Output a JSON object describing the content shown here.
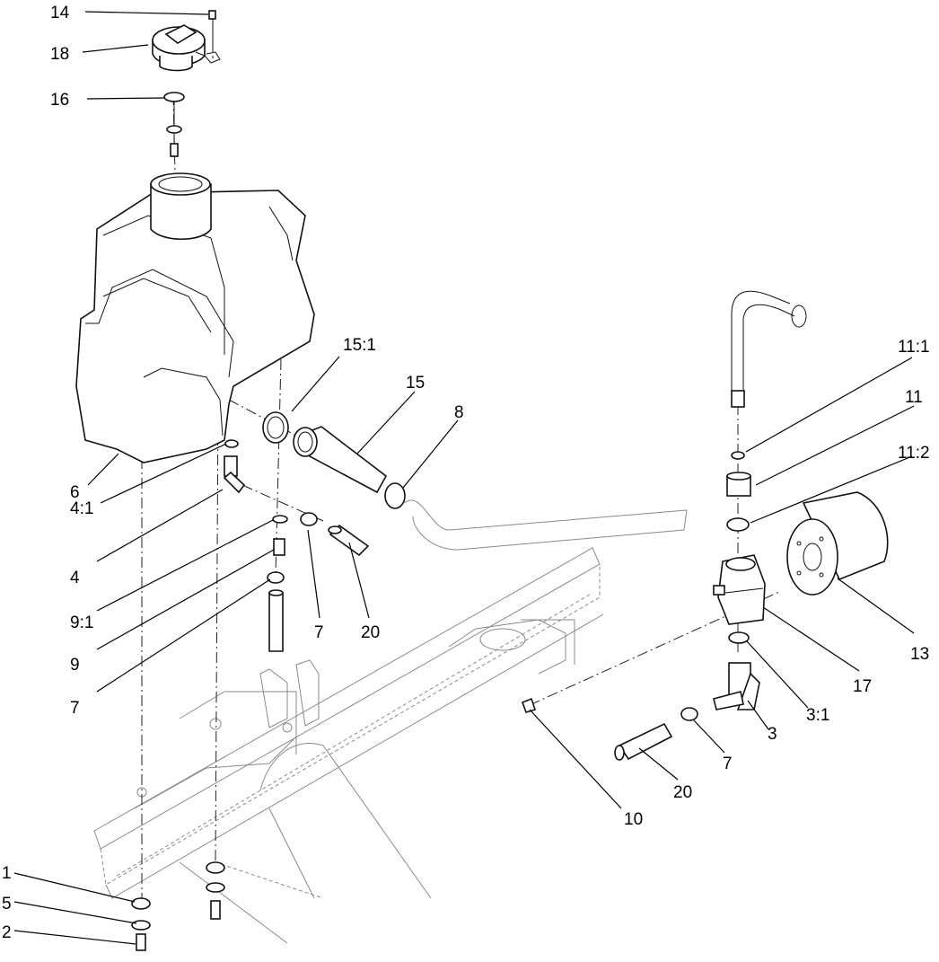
{
  "callouts": {
    "c14": "14",
    "c18": "18",
    "c16": "16",
    "c6": "6",
    "c4_1": "4:1",
    "c4": "4",
    "c9_1": "9:1",
    "c9": "9",
    "c7_left": "7",
    "c7_mid": "7",
    "c20_mid": "20",
    "c15_1": "15:1",
    "c15": "15",
    "c8": "8",
    "c11_1": "11:1",
    "c11": "11",
    "c11_2": "11:2",
    "c13": "13",
    "c17": "17",
    "c3_1": "3:1",
    "c3": "3",
    "c7_right": "7",
    "c20_right": "20",
    "c10": "10",
    "c1": "1",
    "c5": "5",
    "c2": "2"
  }
}
